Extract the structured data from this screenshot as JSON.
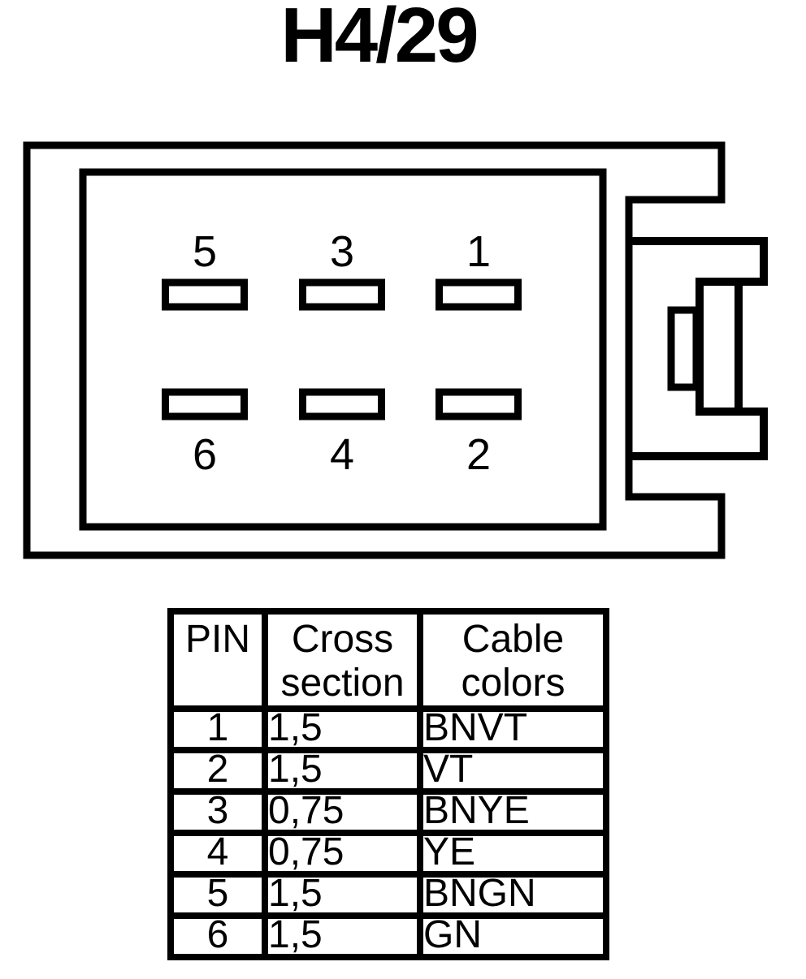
{
  "title": "H4/29",
  "colors": {
    "ink": "#000000",
    "paper": "#ffffff"
  },
  "connector": {
    "pin_labels": [
      "5",
      "3",
      "1",
      "6",
      "4",
      "2"
    ]
  },
  "table": {
    "headers": {
      "pin": "PIN",
      "cross_section": "Cross section",
      "cable_colors": "Cable colors"
    },
    "rows": [
      {
        "pin": "1",
        "cross_section": "1,5",
        "cable_colors": "BNVT"
      },
      {
        "pin": "2",
        "cross_section": "1,5",
        "cable_colors": "VT"
      },
      {
        "pin": "3",
        "cross_section": "0,75",
        "cable_colors": "BNYE"
      },
      {
        "pin": "4",
        "cross_section": "0,75",
        "cable_colors": "YE"
      },
      {
        "pin": "5",
        "cross_section": "1,5",
        "cable_colors": "BNGN"
      },
      {
        "pin": "6",
        "cross_section": "1,5",
        "cable_colors": "GN"
      }
    ]
  }
}
